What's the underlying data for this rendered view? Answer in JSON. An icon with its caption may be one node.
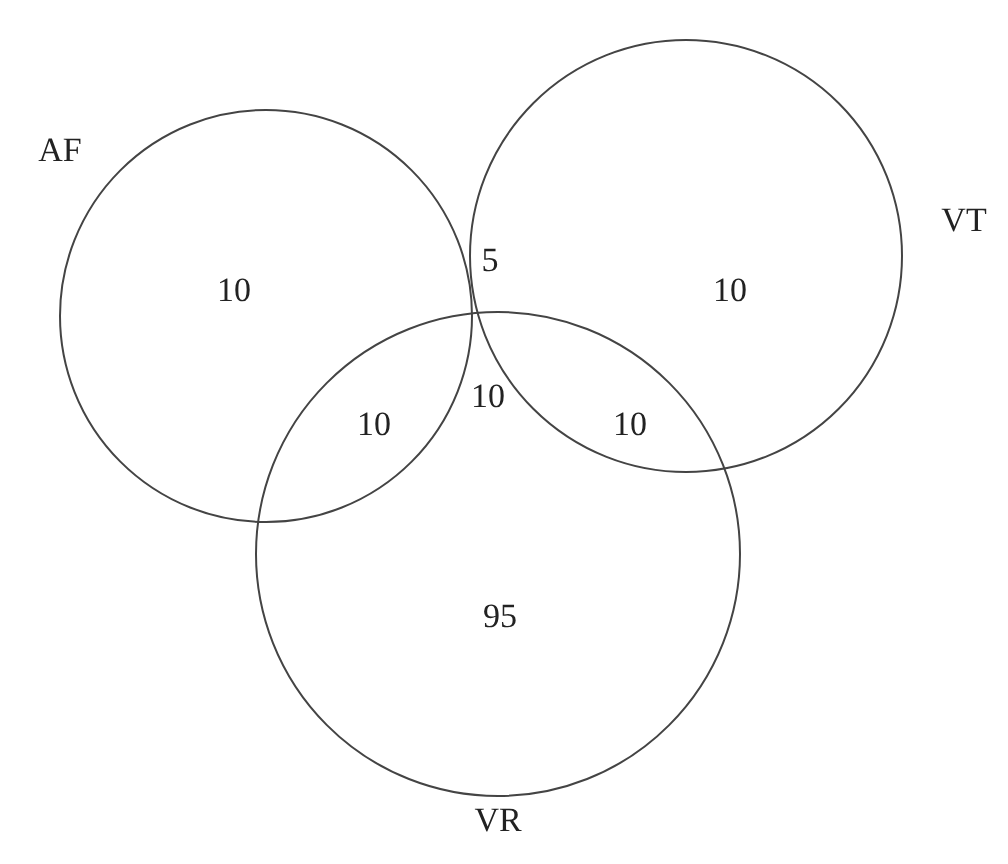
{
  "diagram": {
    "nodes": [
      {
        "text": [],
        "shape": "circle",
        "beside": [
          "AF"
        ]
      },
      {
        "text": [],
        "shape": "circle",
        "beside": [
          "VT"
        ]
      },
      {
        "text": [],
        "shape": "circle",
        "beside": [
          "VR"
        ]
      }
    ],
    "labels": [
      "10",
      "5",
      "10",
      "10",
      "10",
      "10",
      "95"
    ]
  }
}
